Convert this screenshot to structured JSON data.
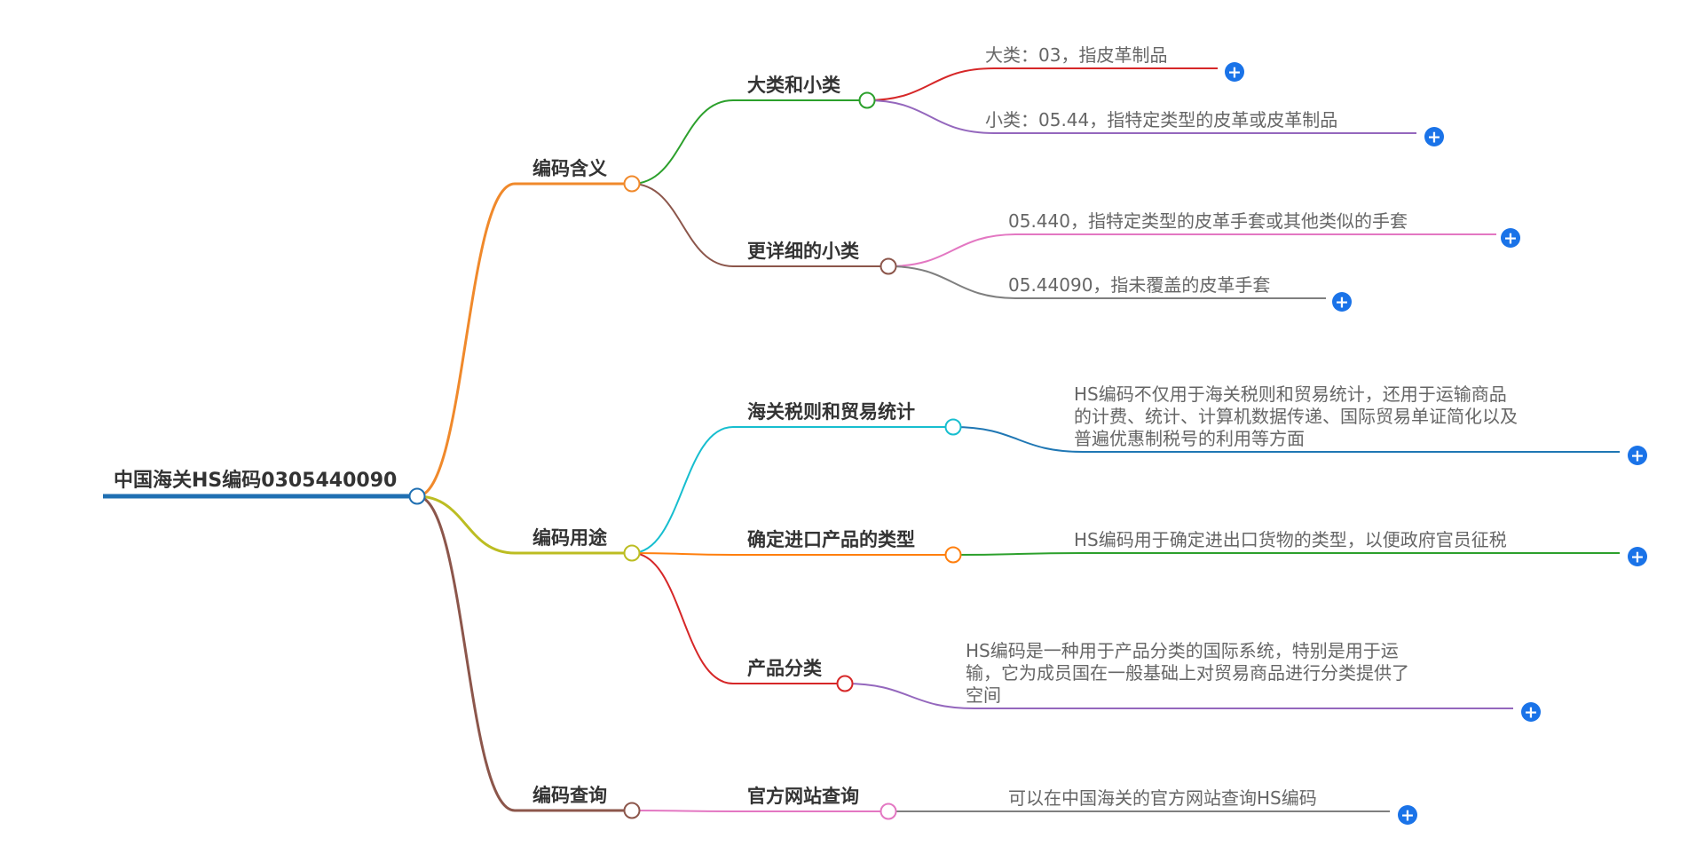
{
  "root": {
    "label": "中国海关HS编码0305440090",
    "color": "#1f6fb2"
  },
  "branches": [
    {
      "label": "编码含义",
      "color": "#f0892b",
      "children": [
        {
          "label": "大类和小类",
          "color": "#2ca02c",
          "leaves": [
            {
              "lines": [
                "大类：03，指皮革制品"
              ],
              "color": "#d62728"
            },
            {
              "lines": [
                "小类：05.44，指特定类型的皮革或皮革制品"
              ],
              "color": "#9467bd"
            }
          ]
        },
        {
          "label": "更详细的小类",
          "color": "#8c564b",
          "leaves": [
            {
              "lines": [
                "05.440，指特定类型的皮革手套或其他类似的手套"
              ],
              "color": "#e377c2"
            },
            {
              "lines": [
                "05.44090，指未覆盖的皮革手套"
              ],
              "color": "#7f7f7f"
            }
          ]
        }
      ]
    },
    {
      "label": "编码用途",
      "color": "#bcbd22",
      "children": [
        {
          "label": "海关税则和贸易统计",
          "color": "#17becf",
          "leaves": [
            {
              "lines": [
                "HS编码不仅用于海关税则和贸易统计，还用于运输商品",
                "的计费、统计、计算机数据传递、国际贸易单证简化以及",
                "普遍优惠制税号的利用等方面"
              ],
              "color": "#1f77b4"
            }
          ]
        },
        {
          "label": "确定进口产品的类型",
          "color": "#ff7f0e",
          "leaves": [
            {
              "lines": [
                "HS编码用于确定进出口货物的类型，以便政府官员征税"
              ],
              "color": "#2ca02c"
            }
          ]
        },
        {
          "label": "产品分类",
          "color": "#d62728",
          "leaves": [
            {
              "lines": [
                "HS编码是一种用于产品分类的国际系统，特别是用于运",
                "输，它为成员国在一般基础上对贸易商品进行分类提供了",
                "空间"
              ],
              "color": "#9467bd"
            }
          ]
        }
      ]
    },
    {
      "label": "编码查询",
      "color": "#8c564b",
      "children": [
        {
          "label": "官方网站查询",
          "color": "#e377c2",
          "leaves": [
            {
              "lines": [
                "可以在中国海关的官方网站查询HS编码"
              ],
              "color": "#7f7f7f"
            }
          ]
        }
      ]
    }
  ],
  "expand_button": {
    "icon": "plus-icon",
    "color": "#1a73e8",
    "symbol": "+"
  }
}
